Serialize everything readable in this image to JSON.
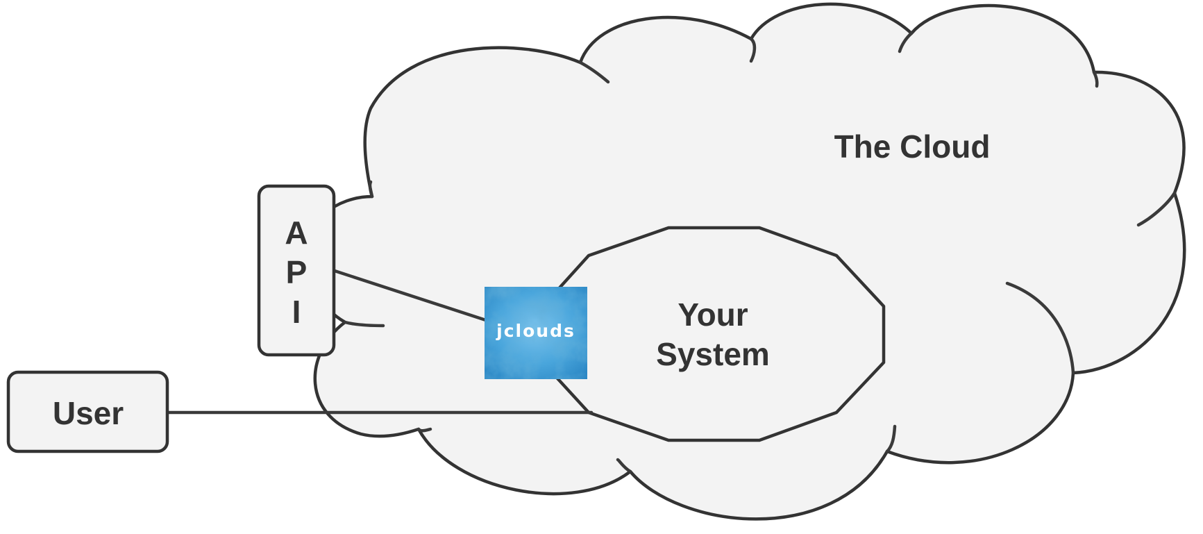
{
  "diagram": {
    "cloud_label": "The Cloud",
    "system_label_line1": "Your",
    "system_label_line2": "System",
    "api_letters": [
      "A",
      "P",
      "I"
    ],
    "user_label": "User",
    "logo_text": "jclouds"
  },
  "colors": {
    "shape_fill": "#f3f3f3",
    "stroke": "#333333",
    "text": "#333333",
    "logo_light": "#9ed3f0",
    "logo_mid": "#4aa6dc",
    "logo_dark": "#1d6fa8"
  }
}
